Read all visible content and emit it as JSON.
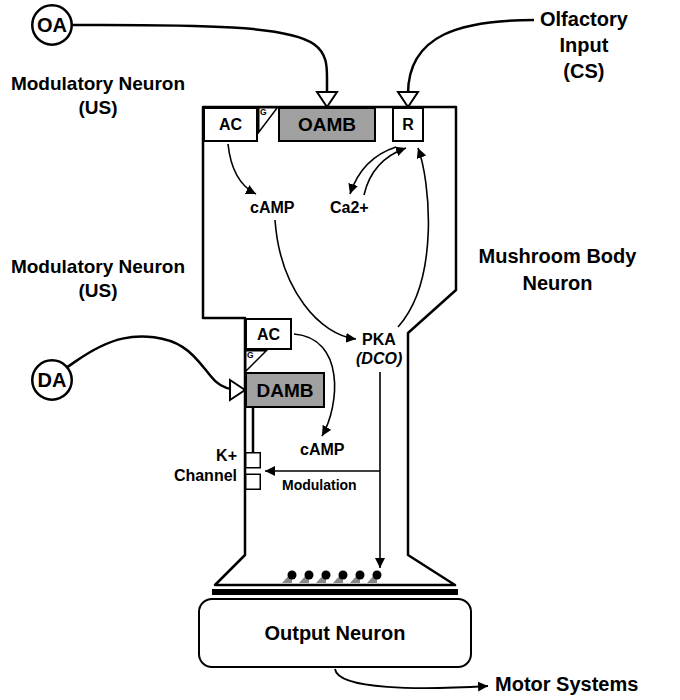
{
  "diagram": {
    "nodes": [
      {
        "text": [
          "OA",
          "Modulatory Neuron (US)"
        ]
      },
      {
        "text": [
          "Mushroom Body Neuron"
        ]
      },
      {
        "text": [
          "AC"
        ],
        "in": 1
      },
      {
        "text": [
          "G"
        ],
        "in": 1
      },
      {
        "text": [
          "OAMB"
        ],
        "in": 1
      },
      {
        "text": [
          "R"
        ],
        "in": 1
      },
      {
        "text": [
          "AC"
        ],
        "in": 1
      },
      {
        "text": [
          "G"
        ],
        "in": 1
      },
      {
        "text": [
          "DAMB"
        ],
        "in": 1
      },
      {
        "text": [
          "K+ Channel"
        ],
        "in": 1
      },
      {
        "text": [
          "DA",
          "Modulatory Neuron (US)"
        ]
      },
      {
        "text": [
          "Output Neuron"
        ]
      }
    ],
    "edges": [
      {
        "from": 0,
        "to": 4,
        "arrow": "none"
      },
      {
        "from": 10,
        "to": 8,
        "arrow": "none"
      },
      {
        "from": 8,
        "to": 9,
        "arrow": "none"
      }
    ],
    "labels": [
      "Olfactory Input (CS)",
      "cAMP",
      "Ca2+",
      "PKA",
      "(DCO)",
      "cAMP",
      "Modulation",
      "Motor Systems"
    ]
  }
}
